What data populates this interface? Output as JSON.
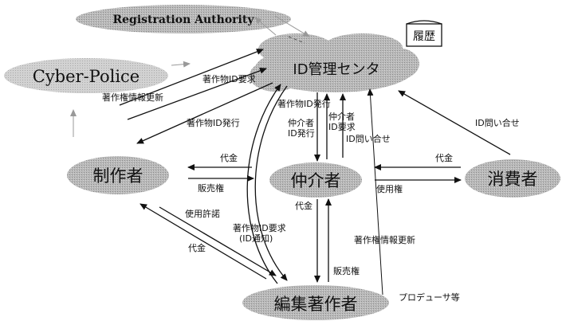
{
  "nodes": {
    "registration_authority": "Registration Authority",
    "id_center": "ID管理センタ",
    "history": "履歴",
    "cyber_police": "Cyber-Police",
    "producer": "制作者",
    "broker": "仲介者",
    "consumer": "消費者",
    "editor": "編集著作者",
    "producer_note": "プロデューサ等"
  },
  "labels": {
    "work_id_request_top": "著作物ID要求",
    "copyright_info_update_left": "著作権情報更新",
    "work_id_issue_left": "著作物ID発行",
    "work_id_issue_center": "著作物ID発行",
    "broker_id_issue_1": "仲介者",
    "broker_id_issue_2": "ID発行",
    "broker_id_request_1": "仲介者",
    "broker_id_request_2": "ID要求",
    "id_inquiry_center": "ID問い合せ",
    "id_inquiry_consumer": "ID問い合せ",
    "price_producer": "代金",
    "sales_right_producer": "販売権",
    "price_consumer": "代金",
    "usage_right": "使用権",
    "usage_permission": "使用許諾",
    "work_id_request_editor_1": "著作物ID要求",
    "work_id_request_editor_2": "(ID通知)",
    "price_editor": "代金",
    "price_broker_editor": "代金",
    "sales_right_editor": "販売権",
    "copyright_info_update_editor": "著作権情報更新"
  }
}
